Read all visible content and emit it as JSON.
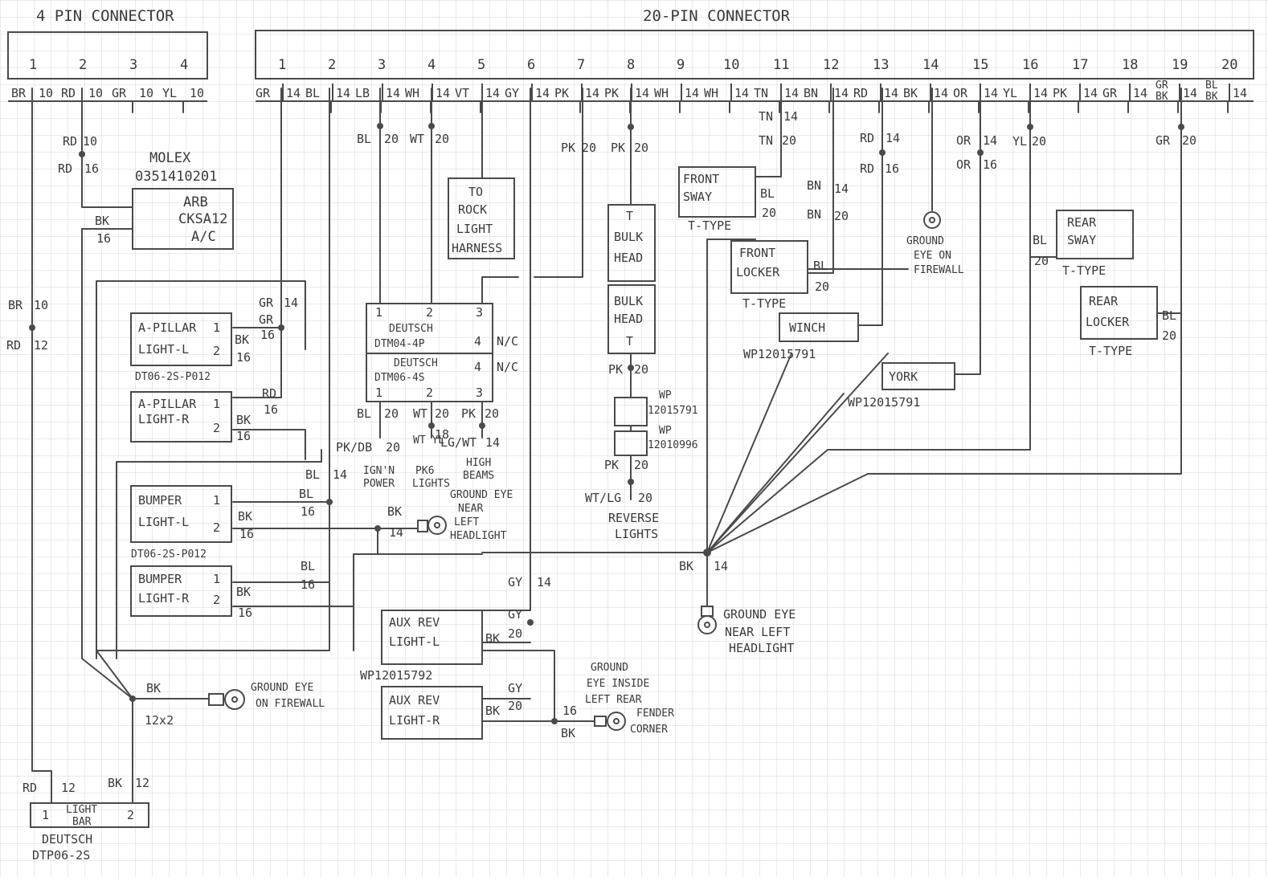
{
  "headers": {
    "four_pin": "4 PIN CONNECTOR",
    "twenty_pin": "20-PIN CONNECTOR"
  },
  "four_pin": {
    "numbers": [
      "1",
      "2",
      "3",
      "4"
    ],
    "labels": [
      "BR",
      "10",
      "RD",
      "10",
      "GR",
      "10",
      "YL",
      "10"
    ]
  },
  "twenty_pin": {
    "numbers": [
      "1",
      "2",
      "3",
      "4",
      "5",
      "6",
      "7",
      "8",
      "9",
      "10",
      "11",
      "12",
      "13",
      "14",
      "15",
      "16",
      "17",
      "18",
      "19",
      "20"
    ],
    "labels": [
      "GR",
      "14",
      "BL",
      "14",
      "LB",
      "14",
      "WH",
      "14",
      "VT",
      "14",
      "GY",
      "14",
      "PK",
      "14",
      "PK",
      "14",
      "WH",
      "14",
      "WH",
      "14",
      "TN",
      "14",
      "BN",
      "14",
      "RD",
      "14",
      "BK",
      "14",
      "OR",
      "14",
      "YL",
      "14",
      "PK",
      "14",
      "GR",
      "14",
      "GR\nBK",
      "14",
      "BL\nBK",
      "14"
    ]
  },
  "wires": {
    "rd10": "RD",
    "rd10n": "10",
    "rd16": "RD",
    "rd16n": "16",
    "bk16": "BK",
    "bk16n": "16",
    "br10": "BR",
    "br10n": "10",
    "rd12": "RD",
    "rd12n": "12",
    "bl20": "BL",
    "bl20n": "20",
    "wt20": "WT",
    "wt20n": "20",
    "pk20a": "PK",
    "pk20an": "20",
    "pk20b": "PK",
    "pk20bn": "20",
    "tn14": "TN",
    "tn14n": "14",
    "tn20": "TN",
    "tn20n": "20",
    "rd14": "RD",
    "rd14n": "14",
    "rd16b": "RD",
    "rd16bn": "16",
    "or14": "OR",
    "or14n": "14",
    "or16": "OR",
    "or16n": "16",
    "yl20": "YL",
    "yl20n": "20",
    "gr20": "GR",
    "gr20n": "20",
    "bn14": "BN",
    "bn14n": "14",
    "bn20": "BN",
    "bn20n": "20",
    "gr14": "GR",
    "gr14n": "14",
    "gr16": "GR",
    "gr16n": "16",
    "bk16a": "BK",
    "bk16an": "16",
    "rd16c": "RD",
    "rd16cn": "16",
    "bk16c": "BK",
    "bk16cn": "16",
    "bl14": "BL",
    "bl14n": "14",
    "bl16": "BL",
    "bl16n": "16",
    "bk16d": "BK",
    "bk16dn": "16",
    "bl16b": "BL",
    "bl16bn": "16",
    "bk16e": "BK",
    "bk16en": "16",
    "bk14": "BK",
    "bk14n": "14",
    "bk14b": "BK",
    "bk14bn": "14",
    "gy14": "GY",
    "gy14n": "14",
    "gy1": "GY",
    "bk20a": "BK",
    "bk20an": "20",
    "gy2": "GY",
    "bk20b": "BK",
    "bk20bn": "20",
    "bk16f": "16",
    "bkf": "BK",
    "bk_fw": "BK",
    "bk_fwn": "12x2",
    "rd12b": "RD",
    "rd12bn": "12",
    "bk12": "BK",
    "bk12n": "12",
    "pk20c": "PK",
    "pk20cn": "20",
    "pk20d": "PK",
    "pk20dn": "20",
    "wtlg": "WT/LG",
    "wtlgn": "20",
    "bl20b": "BL",
    "bl20bn": "20",
    "wt20b": "WT",
    "wt20bn": "20",
    "pk20e": "PK",
    "pk20en": "20",
    "pkdb": "PK/DB",
    "pkdbn": "20",
    "wtyl": "WT\nYL",
    "wtyln": "18",
    "lgwt": "LG/WT",
    "lgwtn": "14",
    "bl_fs": "BL",
    "bl_fsn": "20",
    "bl_fl": "BL",
    "bl_fln": "20",
    "bl_rs": "BL",
    "bl_rsn": "20",
    "bl_rl": "BL",
    "bl_rln": "20",
    "nc1": "N/C",
    "nc2": "N/C"
  },
  "components": {
    "molex": "MOLEX",
    "molex_pn": "0351410201",
    "arb": [
      "ARB",
      "CKSA12",
      "A/C"
    ],
    "a_l": [
      "A-PILLAR",
      "LIGHT-L"
    ],
    "a_r": [
      "A-PILLAR",
      "LIGHT-R"
    ],
    "dt1": "DT06-2S-P012",
    "b_l": [
      "BUMPER",
      "LIGHT-L"
    ],
    "b_r": [
      "BUMPER",
      "LIGHT-R"
    ],
    "dt2": "DT06-2S-P012",
    "rock": [
      "TO",
      "ROCK",
      "LIGHT",
      "HARNESS"
    ],
    "dtm4": [
      "DEUTSCH",
      "DTM04-4P"
    ],
    "dtm6": [
      "DEUTSCH",
      "DTM06-4S"
    ],
    "bulk1": [
      "T",
      "BULK",
      "HEAD"
    ],
    "bulk2": [
      "BULK",
      "HEAD",
      "T"
    ],
    "wp1": [
      "WP",
      "12015791"
    ],
    "wp2": [
      "WP",
      "12010996"
    ],
    "front_sway": [
      "FRONT",
      "SWAY"
    ],
    "ttype1": "T-TYPE",
    "front_locker": [
      "FRONT",
      "LOCKER"
    ],
    "ttype2": "T-TYPE",
    "winch": "WINCH",
    "wp3": "WP12015791",
    "york": "YORK",
    "wp4": "WP12015791",
    "rear_sway": [
      "REAR",
      "SWAY"
    ],
    "ttype3": "T-TYPE",
    "rear_locker": [
      "REAR",
      "LOCKER"
    ],
    "ttype4": "T-TYPE",
    "aux_l": [
      "AUX REV",
      "LIGHT-L"
    ],
    "aux_r": [
      "AUX REV",
      "LIGHT-R"
    ],
    "wp5": "WP12015792",
    "lightbar": [
      "LIGHT",
      "BAR"
    ],
    "deutsch": "DEUTSCH",
    "dtp": "DTP06-2S",
    "ge_firewall1": [
      "GROUND",
      "EYE ON",
      "FIREWALL"
    ],
    "ge_headlight1": [
      "GROUND EYE",
      "NEAR",
      "LEFT",
      "HEADLIGHT"
    ],
    "ge_headlight2": [
      "GROUND EYE",
      "NEAR LEFT",
      "HEADLIGHT"
    ],
    "ge_firewall2": [
      "GROUND EYE",
      "ON FIREWALL"
    ],
    "ge_fender": [
      "GROUND",
      "EYE INSIDE",
      "LEFT REAR",
      "FENDER",
      "CORNER"
    ],
    "ign": [
      "IGN'N",
      "POWER"
    ],
    "pk6": [
      "PK6",
      "LIGHTS"
    ],
    "hb": [
      "HIGH",
      "BEAMS"
    ],
    "rev": [
      "REVERSE",
      "LIGHTS"
    ]
  },
  "pins": {
    "one": "1",
    "two": "2",
    "three": "3",
    "four": "4"
  }
}
